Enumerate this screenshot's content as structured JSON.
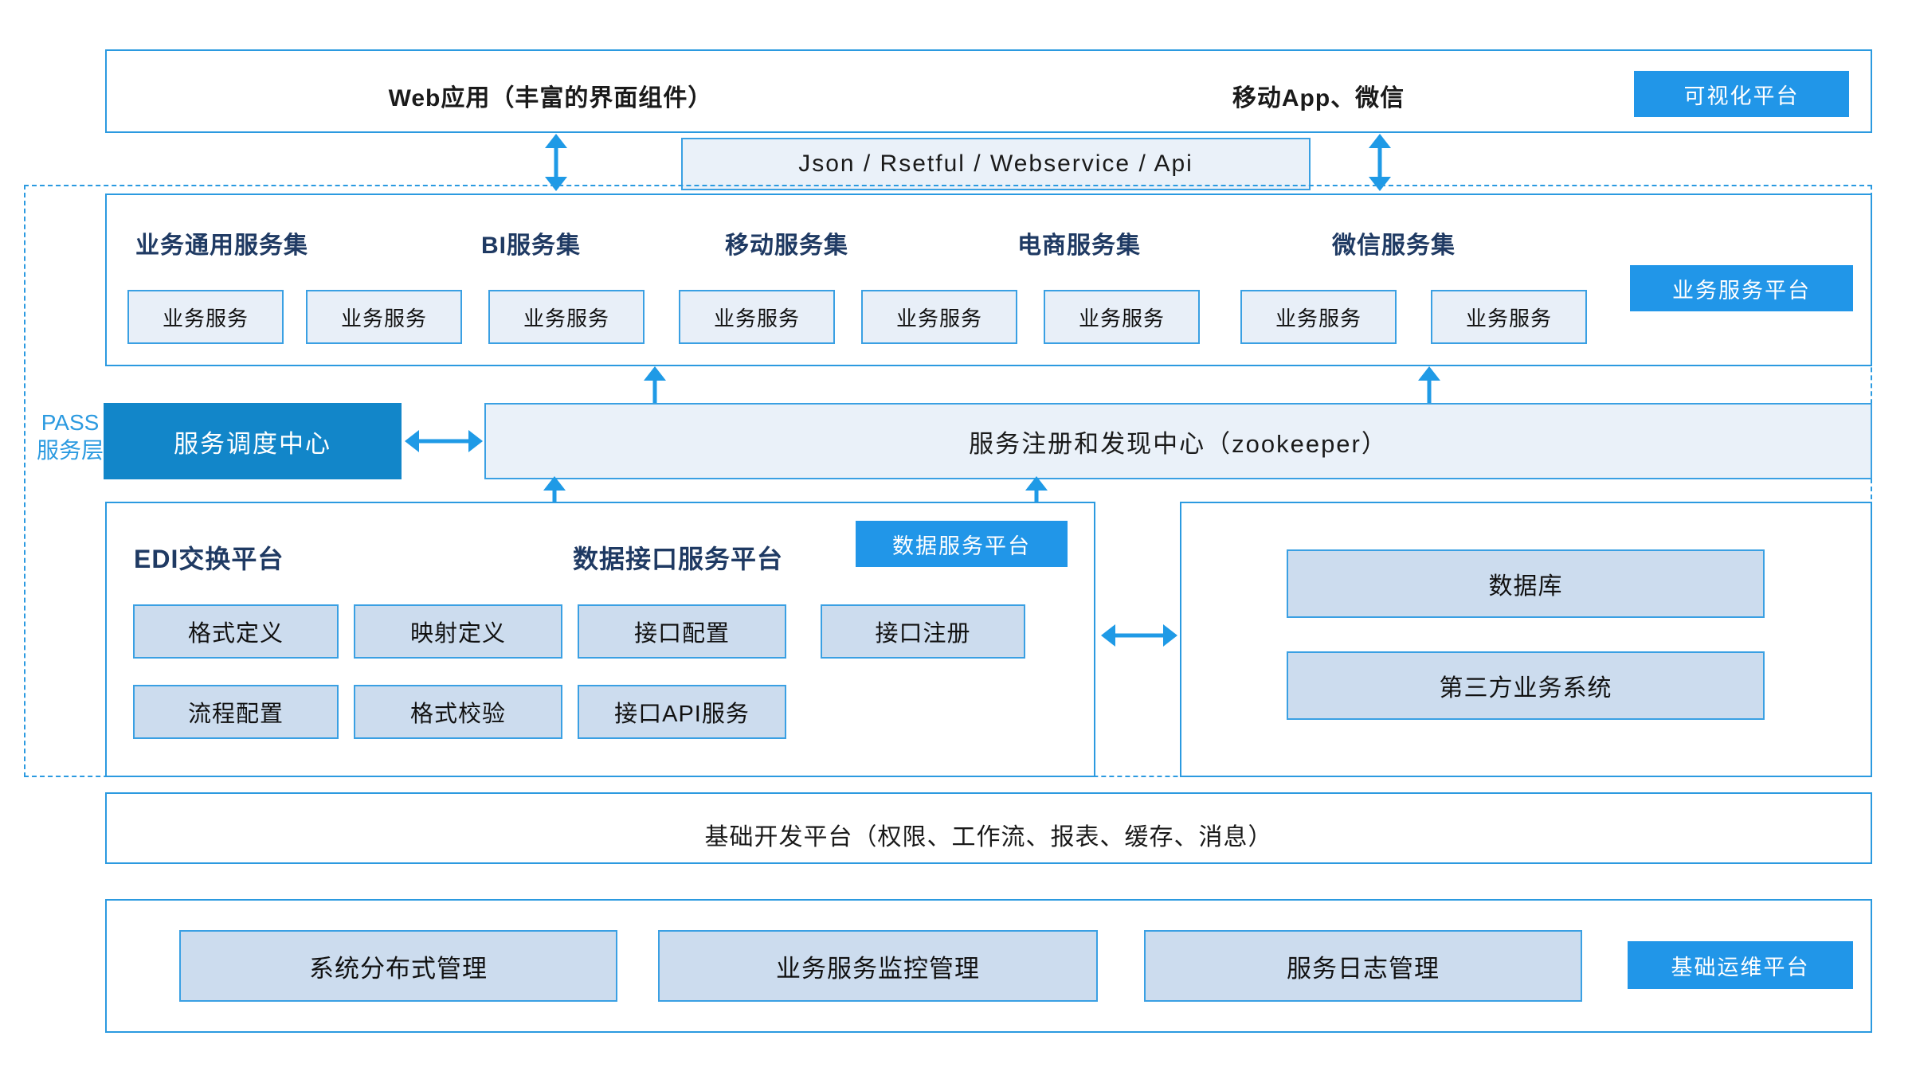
{
  "colors": {
    "accent_blue": "#2196e8",
    "deep_blue": "#1286c9",
    "border_blue": "#3aa0e3",
    "pale_fill": "#e8eff8",
    "band_fill": "#eaf1f9",
    "heading_navy": "#1f3a63",
    "dashed_border": "#2b9ae0"
  },
  "presentation_layer": {
    "web_app": "Web应用（丰富的界面组件）",
    "mobile_app": "移动App、微信",
    "badge": "可视化平台"
  },
  "api_band": {
    "label": "Json / Rsetful / Webservice / Api"
  },
  "pass_layer": {
    "side_label_line1": "PASS",
    "side_label_line2": "服务层"
  },
  "business_service_platform": {
    "badge": "业务服务平台",
    "service_sets": [
      {
        "title": "业务通用服务集",
        "services": [
          "业务服务",
          "业务服务"
        ]
      },
      {
        "title": "BI服务集",
        "services": [
          "业务服务"
        ]
      },
      {
        "title": "移动服务集",
        "services": [
          "业务服务",
          "业务服务"
        ]
      },
      {
        "title": "电商服务集",
        "services": [
          "业务服务"
        ]
      },
      {
        "title": "微信服务集",
        "services": [
          "业务服务",
          "业务服务"
        ]
      }
    ],
    "service_box_labels": [
      "业务服务",
      "业务服务",
      "业务服务",
      "业务服务",
      "业务服务",
      "业务服务",
      "业务服务",
      "业务服务"
    ]
  },
  "registry_row": {
    "dispatch_center": "服务调度中心",
    "registry_center": "服务注册和发现中心（zookeeper）"
  },
  "data_service_platform": {
    "badge": "数据服务平台",
    "edi_title": "EDI交换平台",
    "interface_title": "数据接口服务平台",
    "edi_boxes": [
      "格式定义",
      "映射定义",
      "流程配置",
      "格式校验"
    ],
    "interface_boxes": [
      "接口配置",
      "接口注册",
      "接口API服务"
    ],
    "grid": {
      "row1": [
        "格式定义",
        "映射定义",
        "接口配置",
        "接口注册"
      ],
      "row2": [
        "流程配置",
        "格式校验",
        "接口API服务"
      ]
    }
  },
  "storage_panel": {
    "items": [
      "数据库",
      "第三方业务系统"
    ]
  },
  "base_dev_platform": {
    "label": "基础开发平台（权限、工作流、报表、缓存、消息）"
  },
  "ops_platform": {
    "badge": "基础运维平台",
    "items": [
      "系统分布式管理",
      "业务服务监控管理",
      "服务日志管理"
    ]
  }
}
